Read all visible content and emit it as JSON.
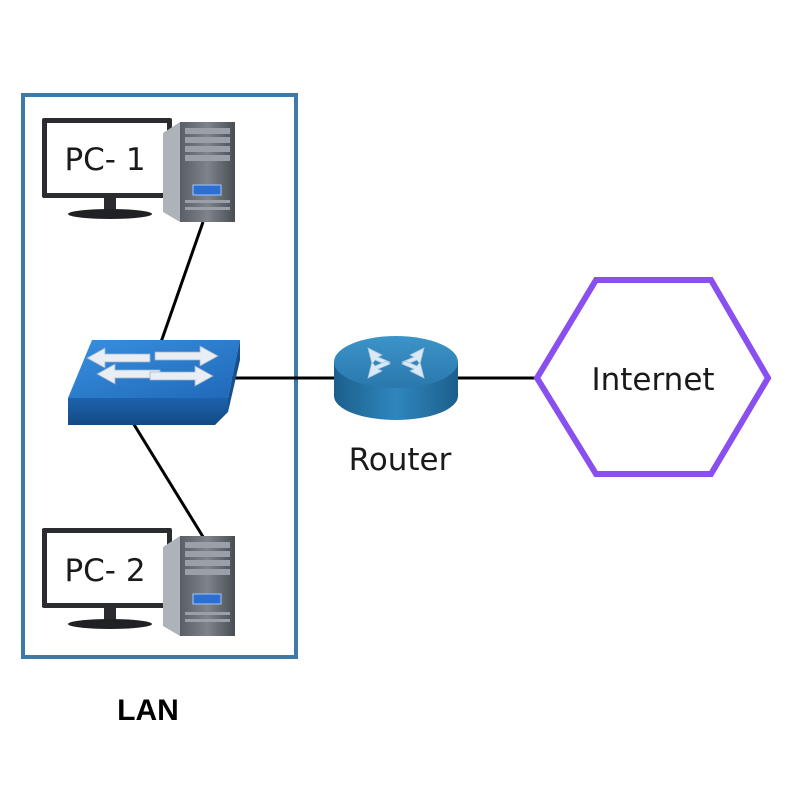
{
  "diagram": {
    "lan_label": "LAN",
    "pc1_label": "PC- 1",
    "pc2_label": "PC- 2",
    "router_label": "Router",
    "internet_label": "Internet"
  },
  "colors": {
    "lan_border": "#3d7aa8",
    "internet_border": "#8a4fef",
    "switch_blue": "#2a78c8",
    "router_blue": "#2f7fb3",
    "link_line": "#000000"
  },
  "icons": {
    "pc": "desktop-computer-icon",
    "switch": "network-switch-icon",
    "router": "router-icon",
    "internet": "hexagon-cloud-icon"
  }
}
